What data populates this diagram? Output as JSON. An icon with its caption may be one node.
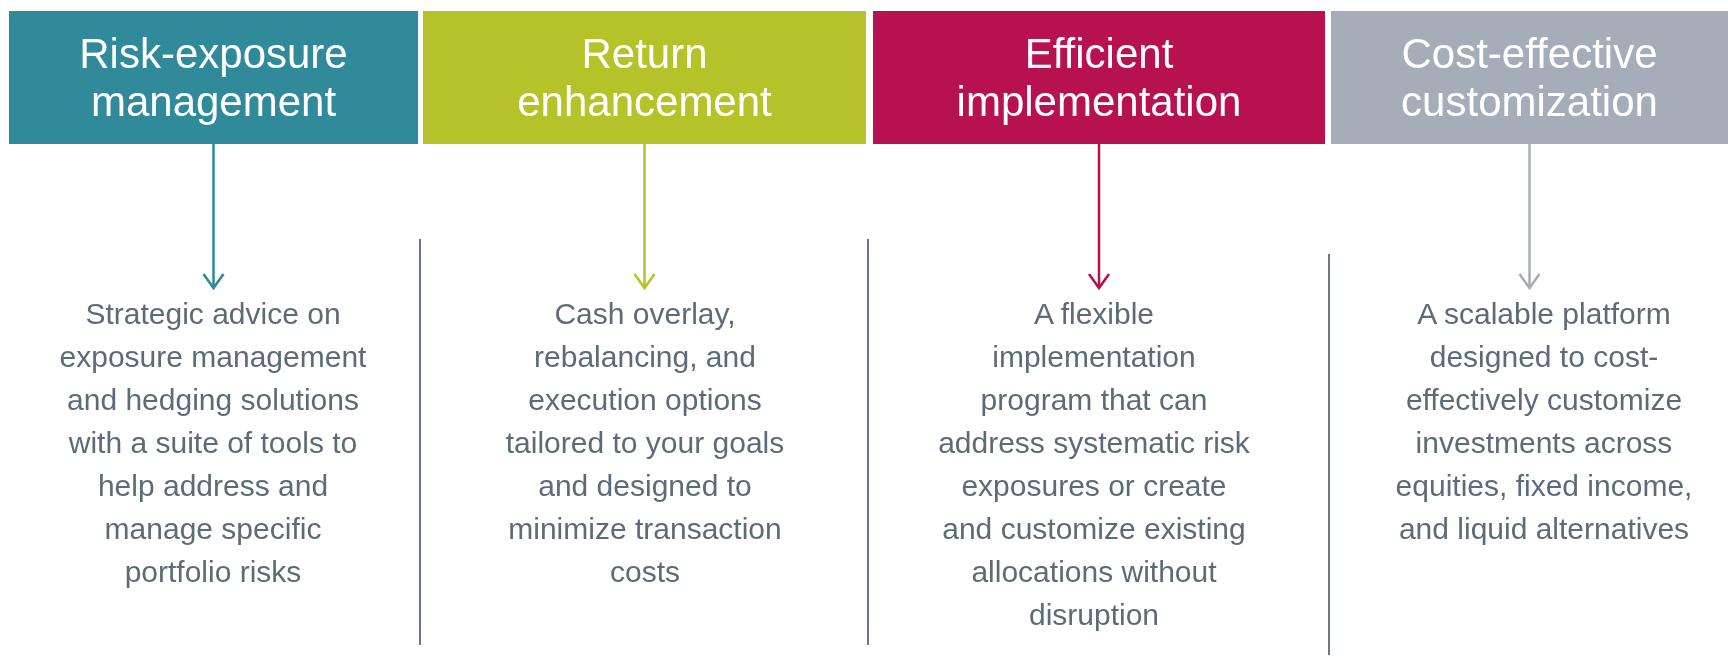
{
  "diagram": {
    "nodes": [
      {
        "text": [
          "Risk-exposure management"
        ]
      },
      {
        "text": [
          "Return enhancement"
        ]
      },
      {
        "text": [
          "Efficient implementation"
        ]
      },
      {
        "text": [
          "Cost-effective customization"
        ]
      },
      {
        "text": [
          "Strategic advice on exposure management and hedging solutions with a suite of tools to help address and manage specific portfolio risks"
        ]
      },
      {
        "text": [
          "Cash overlay, rebalancing, and execution options tailored to your goals and designed to minimize transaction costs"
        ]
      },
      {
        "text": [
          "A flexible implementation program that can address systematic risk exposures or create and customize existing allocations without disruption"
        ]
      },
      {
        "text": [
          "A scalable platform designed to cost-effectively customize investments across equities, fixed income, and liquid alternatives"
        ]
      }
    ],
    "edges": [
      {
        "from": 0,
        "to": 4,
        "arrow": "to",
        "color": "#318a99"
      },
      {
        "from": 1,
        "to": 5,
        "arrow": "to",
        "color": "#b5c22a"
      },
      {
        "from": 2,
        "to": 6,
        "arrow": "to",
        "color": "#b8114f"
      },
      {
        "from": 3,
        "to": 7,
        "arrow": "to",
        "color": "#a5aeb8"
      }
    ]
  }
}
